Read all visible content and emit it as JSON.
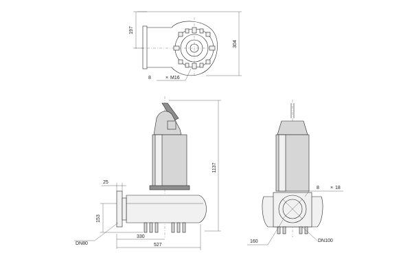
{
  "drawing": {
    "top_view": {
      "dim_height": "197",
      "dim_width": "304",
      "bolt_count": "8",
      "bolt_times": "×",
      "bolt_size": "M16"
    },
    "front_view": {
      "dim_flange_thickness": "25",
      "dim_flange_height": "153",
      "dim_outlet_axis": "330",
      "dim_total_width": "527",
      "dim_total_height": "1137",
      "label_outlet": "DN80"
    },
    "side_view": {
      "bolt_count": "8",
      "bolt_times": "×",
      "bolt_size": "18",
      "dim_base_diameter": "160",
      "label_inlet": "DN100"
    }
  }
}
